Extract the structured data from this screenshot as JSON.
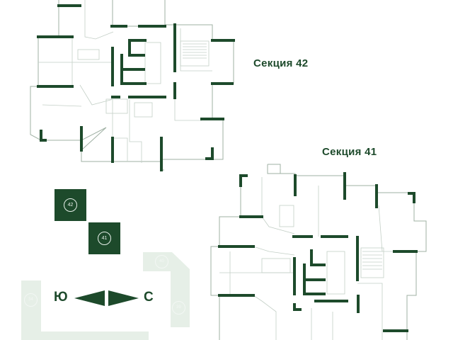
{
  "sections": [
    {
      "label": "Секция 42",
      "number": "42"
    },
    {
      "label": "Секция 41",
      "number": "41"
    }
  ],
  "key_map": {
    "active_sections": [
      "42",
      "41"
    ],
    "other_sections": [
      "40",
      "39",
      "34"
    ]
  },
  "compass": {
    "left": "Ю",
    "right": "С"
  },
  "colors": {
    "accent": "#1d4a2b",
    "light": "#e6efe7",
    "line": "#9fb0a3"
  }
}
